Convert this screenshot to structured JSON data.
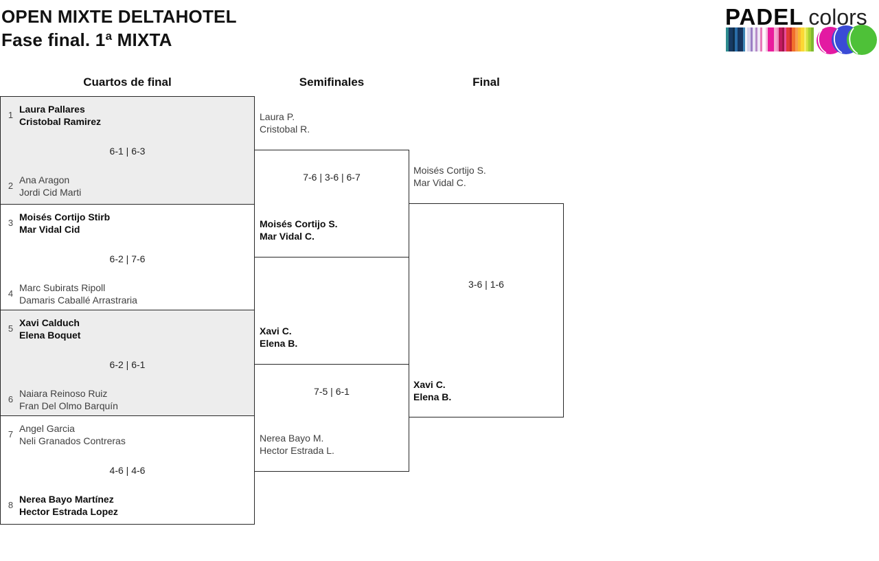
{
  "page": {
    "title_line1": "OPEN MIXTE DELTAHOTEL",
    "title_line2": "Fase final. 1ª MIXTA"
  },
  "logo": {
    "brand": "PADEL",
    "brand_suffix": "colors",
    "stripe_colors": [
      {
        "color": "#2e8b8f",
        "w": 4
      },
      {
        "color": "#173a63",
        "w": 6
      },
      {
        "color": "#0f2e4a",
        "w": 3
      },
      {
        "color": "#2a6da8",
        "w": 4
      },
      {
        "color": "#16355e",
        "w": 7
      },
      {
        "color": "#3f88b8",
        "w": 3
      },
      {
        "color": "#f5f5fa",
        "w": 3
      },
      {
        "color": "#d9d4ec",
        "w": 5
      },
      {
        "color": "#9b7fc4",
        "w": 3
      },
      {
        "color": "#eae6f4",
        "w": 4
      },
      {
        "color": "#b68cc9",
        "w": 3
      },
      {
        "color": "#f0e8f6",
        "w": 4
      },
      {
        "color": "#e87ab8",
        "w": 3
      },
      {
        "color": "#fdf9fc",
        "w": 5
      },
      {
        "color": "#f2c4de",
        "w": 3
      },
      {
        "color": "#ea1d9d",
        "w": 8
      },
      {
        "color": "#f6aacf",
        "w": 4
      },
      {
        "color": "#ef8ec2",
        "w": 3
      },
      {
        "color": "#c2195e",
        "w": 5
      },
      {
        "color": "#a01648",
        "w": 3
      },
      {
        "color": "#ea4b9b",
        "w": 3
      },
      {
        "color": "#e23a36",
        "w": 5
      },
      {
        "color": "#c62828",
        "w": 3
      },
      {
        "color": "#f1702d",
        "w": 5
      },
      {
        "color": "#f79d4f",
        "w": 3
      },
      {
        "color": "#f9b831",
        "w": 4
      },
      {
        "color": "#fcd733",
        "w": 5
      },
      {
        "color": "#f4ee6a",
        "w": 3
      },
      {
        "color": "#cfe23f",
        "w": 3
      },
      {
        "color": "#a3cf33",
        "w": 4
      },
      {
        "color": "#7fba2f",
        "w": 4
      }
    ],
    "balls": [
      {
        "name": "pink-padel-ball-icon",
        "color": "#e31aa2"
      },
      {
        "name": "blue-padel-ball-icon",
        "color": "#3a4bd6"
      },
      {
        "name": "green-padel-ball-icon",
        "color": "#4ec138"
      }
    ]
  },
  "rounds": {
    "quarterfinals": "Cuartos de final",
    "semifinals": "Semifinales",
    "final": "Final"
  },
  "bracket": {
    "quarterfinals": [
      {
        "top_seed": "1",
        "top": {
          "line1": "Laura Pallares",
          "line2": "Cristobal Ramirez",
          "winner": true
        },
        "score": "6-1 | 6-3",
        "bottom_seed": "2",
        "bottom": {
          "line1": "Ana Aragon",
          "line2": "Jordi Cid Marti",
          "winner": false
        }
      },
      {
        "top_seed": "3",
        "top": {
          "line1": "Moisés Cortijo Stirb",
          "line2": "Mar Vidal Cid",
          "winner": true
        },
        "score": "6-2 | 7-6",
        "bottom_seed": "4",
        "bottom": {
          "line1": "Marc Subirats Ripoll",
          "line2": "Damaris Caballé Arrastraria",
          "winner": false
        }
      },
      {
        "top_seed": "5",
        "top": {
          "line1": "Xavi Calduch",
          "line2": "Elena Boquet",
          "winner": true
        },
        "score": "6-2 | 6-1",
        "bottom_seed": "6",
        "bottom": {
          "line1": "Naiara Reinoso Ruiz",
          "line2": "Fran Del Olmo Barquín",
          "winner": false
        }
      },
      {
        "top_seed": "7",
        "top": {
          "line1": "Angel Garcia",
          "line2": "Neli Granados Contreras",
          "winner": false
        },
        "score": "4-6 | 4-6",
        "bottom_seed": "8",
        "bottom": {
          "line1": "Nerea Bayo Martínez",
          "line2": "Hector Estrada Lopez",
          "winner": true
        }
      }
    ],
    "semifinals": [
      {
        "top": {
          "line1": "Laura P.",
          "line2": "Cristobal R.",
          "winner": false
        },
        "score": "7-6 | 3-6 | 6-7",
        "bottom": {
          "line1": "Moisés Cortijo S.",
          "line2": "Mar Vidal C.",
          "winner": true
        }
      },
      {
        "top": {
          "line1": "Xavi C.",
          "line2": "Elena B.",
          "winner": true
        },
        "score": "7-5 | 6-1",
        "bottom": {
          "line1": "Nerea Bayo M.",
          "line2": "Hector Estrada L.",
          "winner": false
        }
      }
    ],
    "final": {
      "top": {
        "line1": "Moisés Cortijo S.",
        "line2": "Mar Vidal C.",
        "winner": false
      },
      "score": "3-6 | 1-6",
      "bottom": {
        "line1": "Xavi C.",
        "line2": "Elena B.",
        "winner": true
      }
    }
  }
}
